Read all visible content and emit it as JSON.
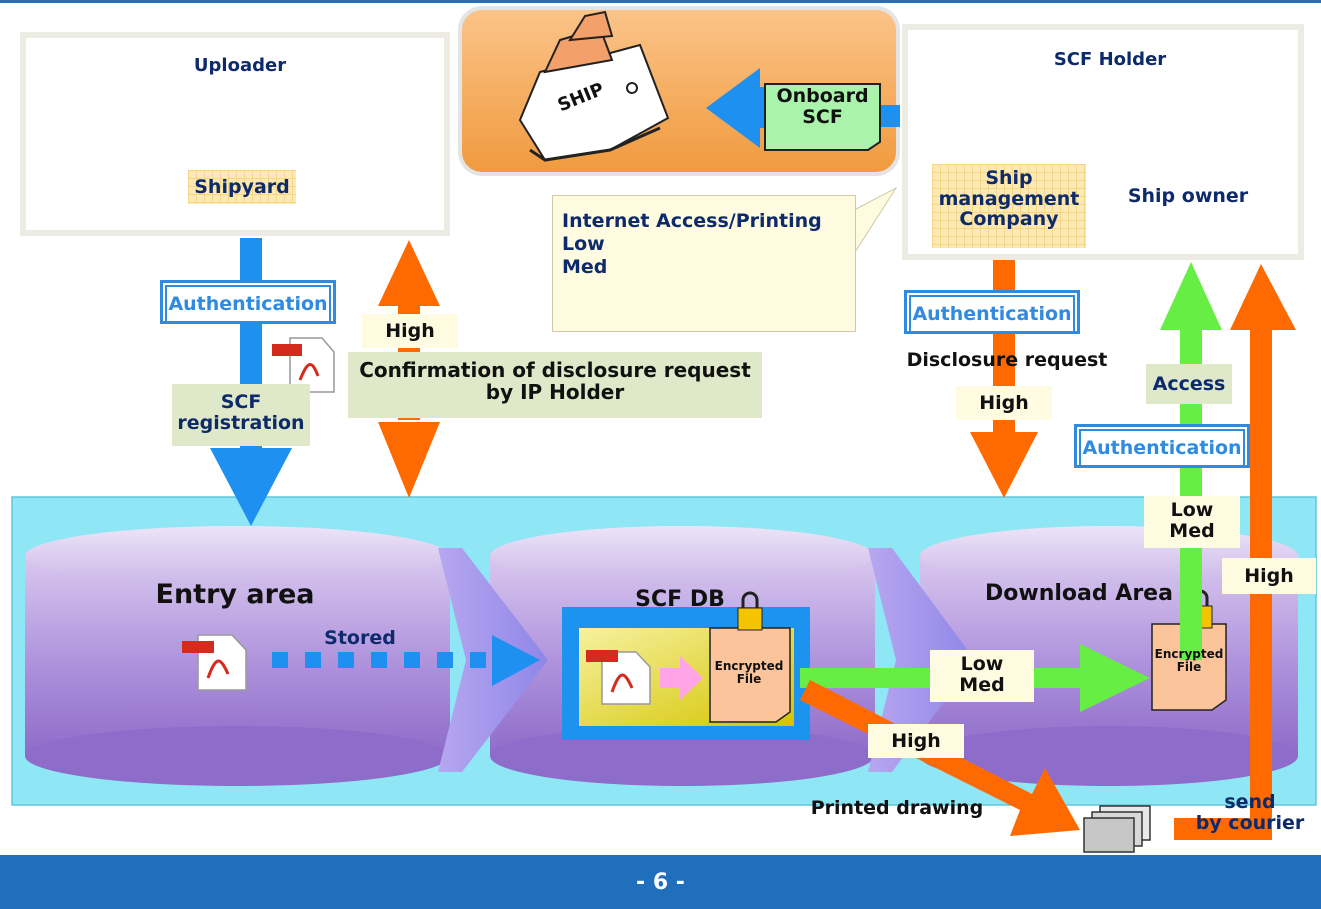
{
  "uploader": {
    "title": "Uploader",
    "role": "Shipyard"
  },
  "ship": {
    "label": "SHIP",
    "onboard": "Onboard\nSCF"
  },
  "holder": {
    "title": "SCF Holder",
    "company": "Ship\nmanagement\nCompany",
    "owner": "Ship owner"
  },
  "printing_note": "Internet Access/Printing\nLow\nMed",
  "flow": {
    "auth": "Authentication",
    "scf_registration": "SCF\nregistration",
    "high": "High",
    "confirmation": "Confirmation of disclosure request\nby IP Holder",
    "disclosure_request": "Disclosure request",
    "access": "Access",
    "low_med": "Low\nMed",
    "stored": "Stored",
    "printed_drawing": "Printed drawing",
    "send_by_courier": "send\nby courier"
  },
  "areas": {
    "entry": "Entry area",
    "db": "SCF DB",
    "download": "Download Area"
  },
  "file": {
    "encrypted": "Encrypted\nFile",
    "pdf": "PDF",
    "adobe": "Adobe"
  },
  "page_number": "- 6 -",
  "colors": {
    "blue_arrow": "#1e90f0",
    "orange_arrow": "#ff6a00",
    "green_arrow": "#66ee44",
    "cyan_band": "#8fe6f5",
    "cylinder": "#a88fd6"
  }
}
